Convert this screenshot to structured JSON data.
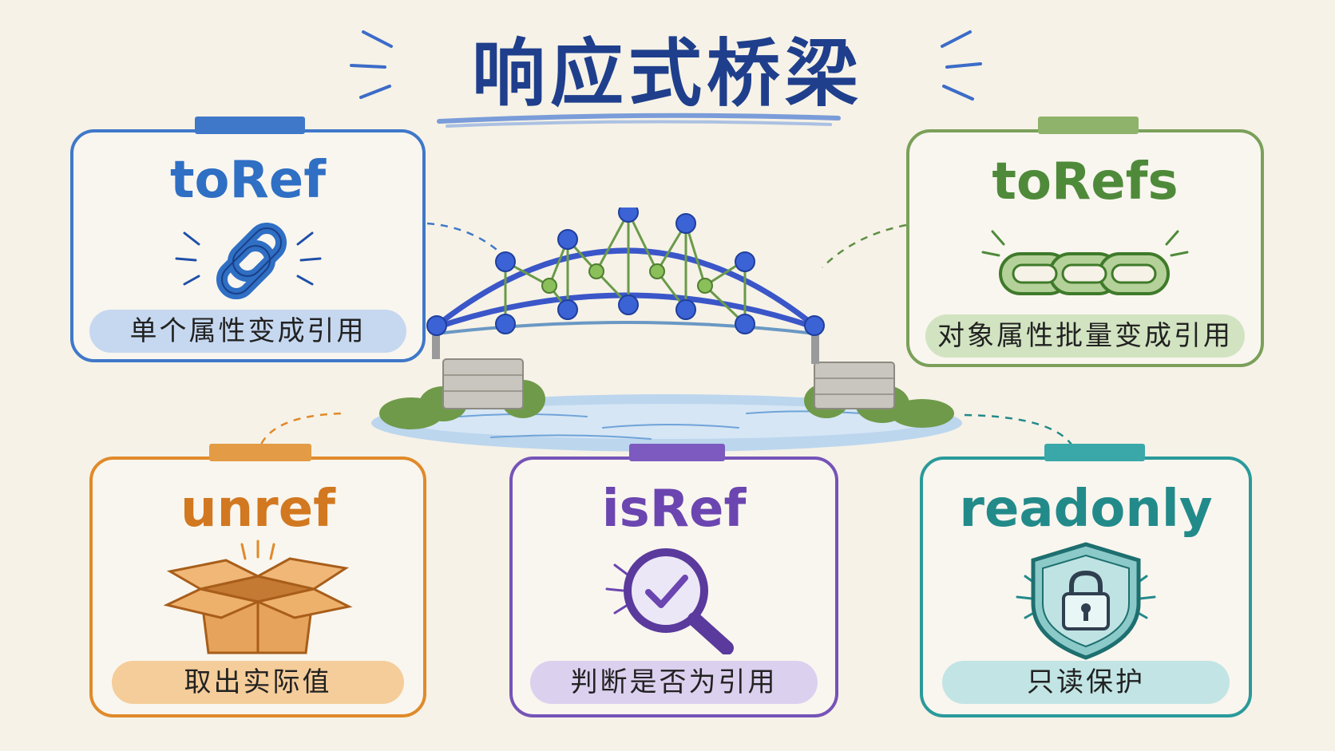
{
  "title": "响应式桥梁",
  "colors": {
    "background": "#f6f2e7",
    "title": "#1f3f8c",
    "toRef": "#2f6fc4",
    "toRefs": "#4f8a3a",
    "unref": "#e08a2a",
    "isRef": "#6b45b0",
    "readonly": "#238a8a"
  },
  "cards": {
    "toRef": {
      "name": "toRef",
      "desc": "单个属性变成引用",
      "icon": "chain-link-icon"
    },
    "toRefs": {
      "name": "toRefs",
      "desc": "对象属性批量变成引用",
      "icon": "chain-icon"
    },
    "unref": {
      "name": "unref",
      "desc": "取出实际值",
      "icon": "open-box-icon"
    },
    "isRef": {
      "name": "isRef",
      "desc": "判断是否为引用",
      "icon": "magnifier-check-icon"
    },
    "readonly": {
      "name": "readonly",
      "desc": "只读保护",
      "icon": "shield-lock-icon"
    }
  },
  "center": {
    "icon": "bridge-icon"
  }
}
